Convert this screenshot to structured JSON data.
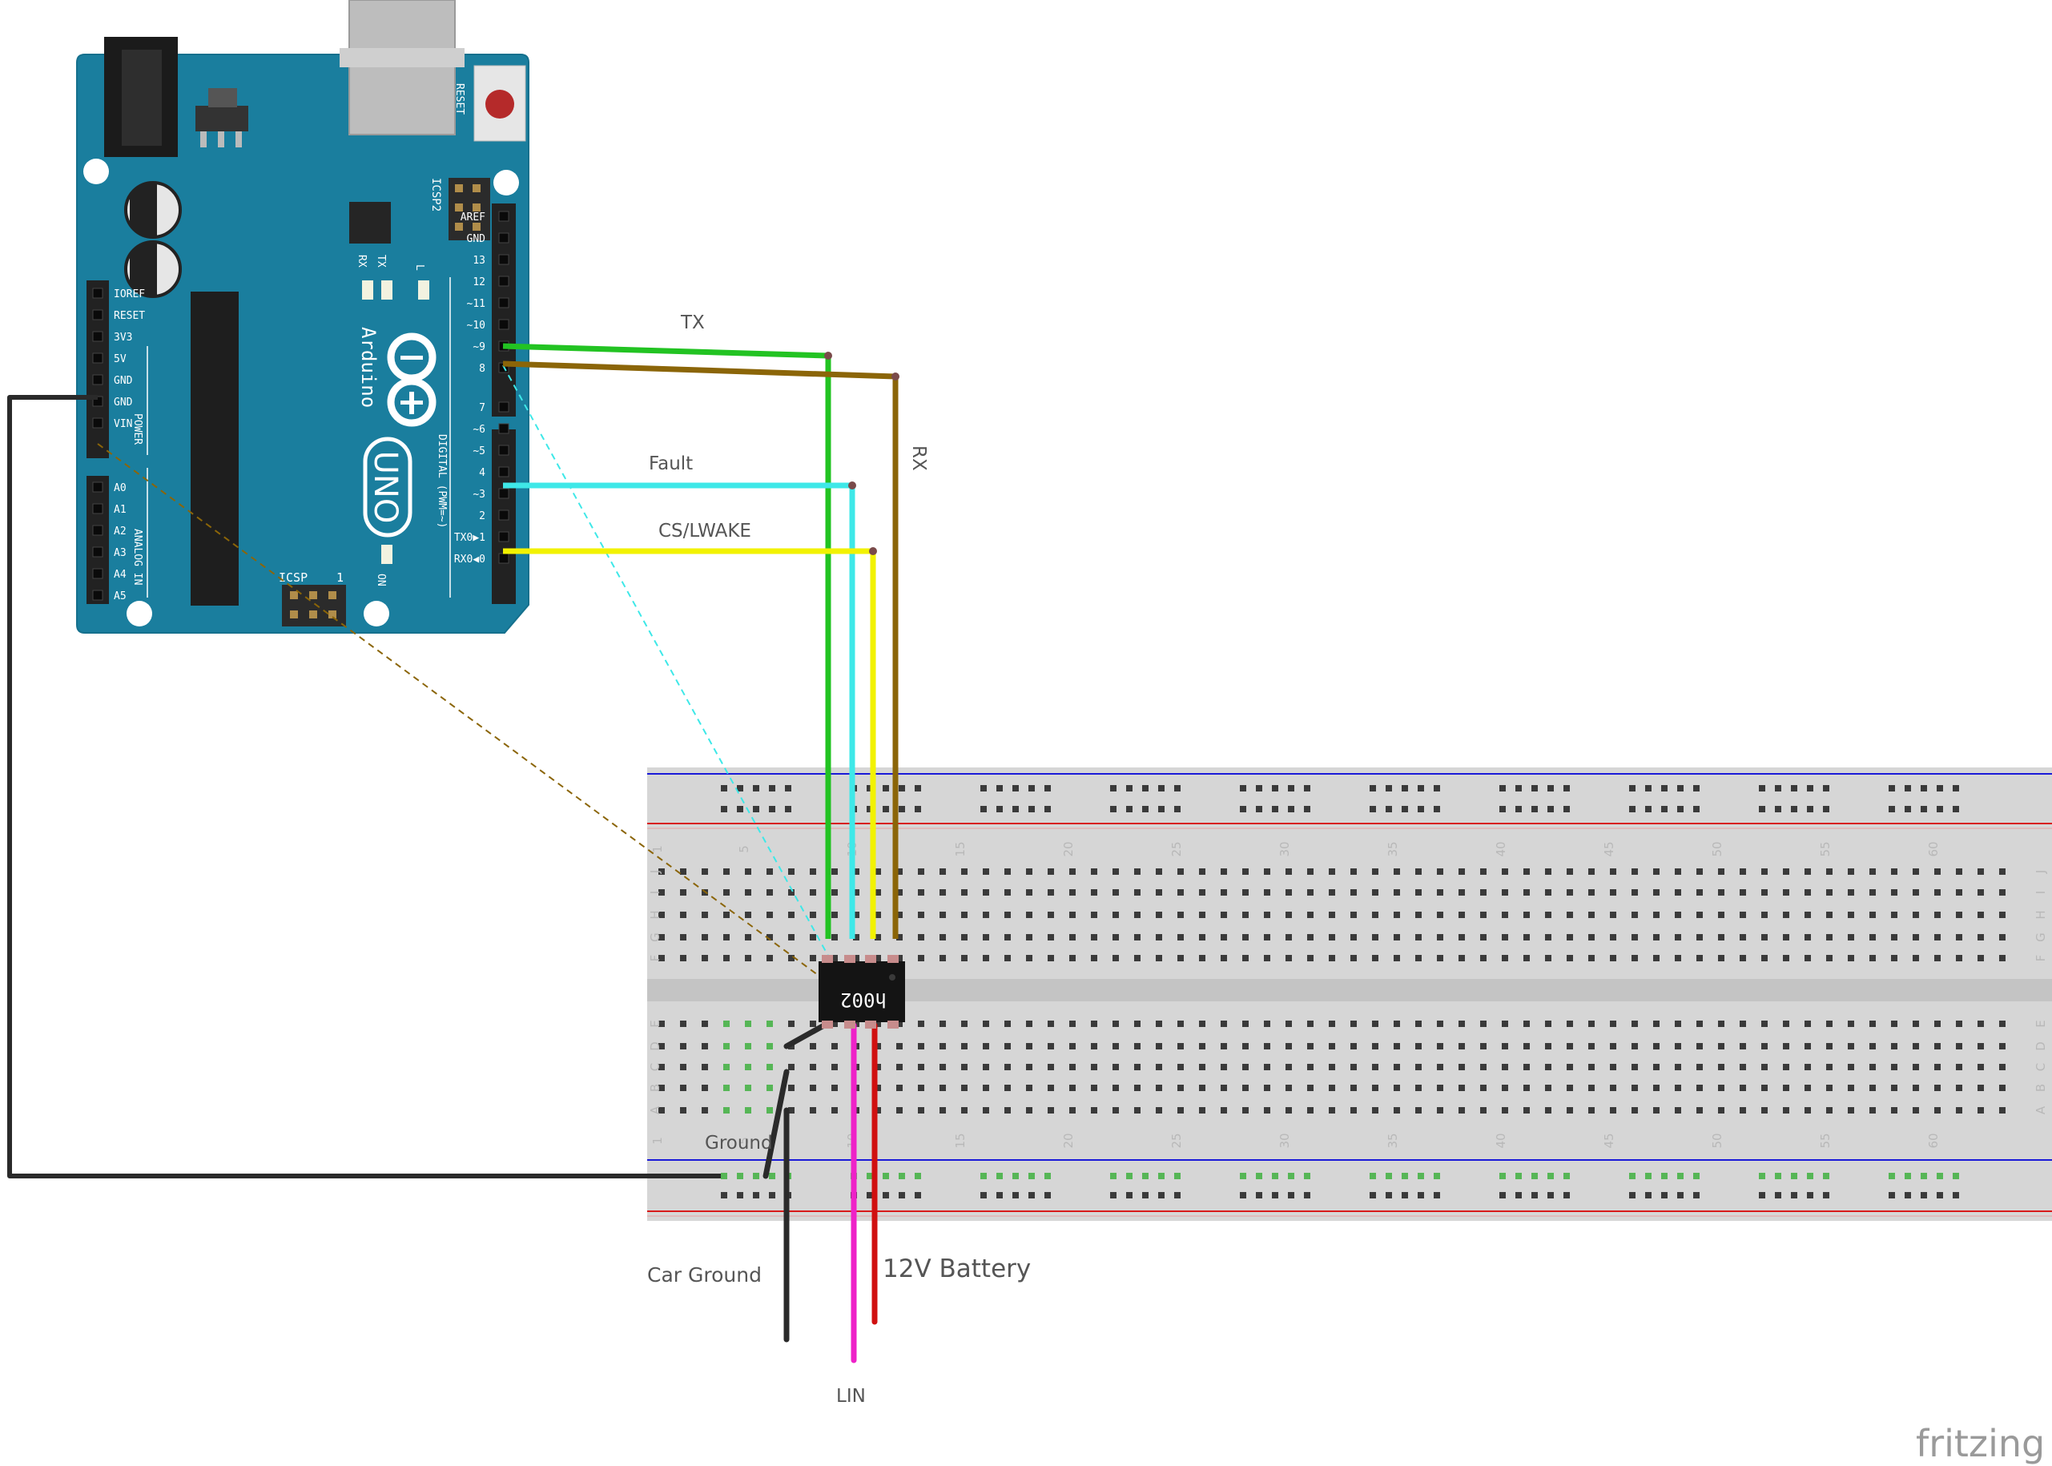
{
  "arduino": {
    "brand": "Arduino",
    "model": "UNO",
    "reset_label": "RESET",
    "icsp2_label": "ICSP2",
    "icsp_label": "ICSP",
    "icsp_pin1": "1",
    "led_l": "L",
    "led_tx": "TX",
    "led_rx": "RX",
    "led_on": "ON",
    "digital_section": "DIGITAL (PWM=~)",
    "power_section": "POWER",
    "analog_section": "ANALOG IN",
    "digital_pins": [
      "AREF",
      "GND",
      "13",
      "12",
      "~11",
      "~10",
      "~9",
      "8",
      "7",
      "~6",
      "~5",
      "4",
      "~3",
      "2",
      "TX0▶1",
      "RX0◀0"
    ],
    "power_pins": [
      "IOREF",
      "RESET",
      "3V3",
      "5V",
      "GND",
      "GND",
      "VIN"
    ],
    "analog_pins": [
      "A0",
      "A1",
      "A2",
      "A3",
      "A4",
      "A5"
    ]
  },
  "chip": {
    "label": "h002"
  },
  "breadboard": {
    "column_numbers": [
      "1",
      "5",
      "10",
      "15",
      "20",
      "25",
      "30",
      "35",
      "40",
      "45",
      "50",
      "55",
      "60"
    ],
    "rows_top": [
      "J",
      "I",
      "H",
      "G",
      "F"
    ],
    "rows_bottom": [
      "E",
      "D",
      "C",
      "B",
      "A"
    ]
  },
  "wire_labels": {
    "tx": "TX",
    "rx": "RX",
    "fault": "Fault",
    "cs_lwake": "CS/LWAKE",
    "ground": "Ground",
    "car_ground": "Car Ground",
    "battery": "12V Battery",
    "lin": "LIN"
  },
  "wire_colors": {
    "tx": "#22c322",
    "rx": "#8b6508",
    "fault": "#3ee8e8",
    "cs_lwake": "#f2f200",
    "ground": "#2a2a2a",
    "lin": "#ee22c8",
    "battery": "#d01010"
  },
  "watermark": "fritzing"
}
